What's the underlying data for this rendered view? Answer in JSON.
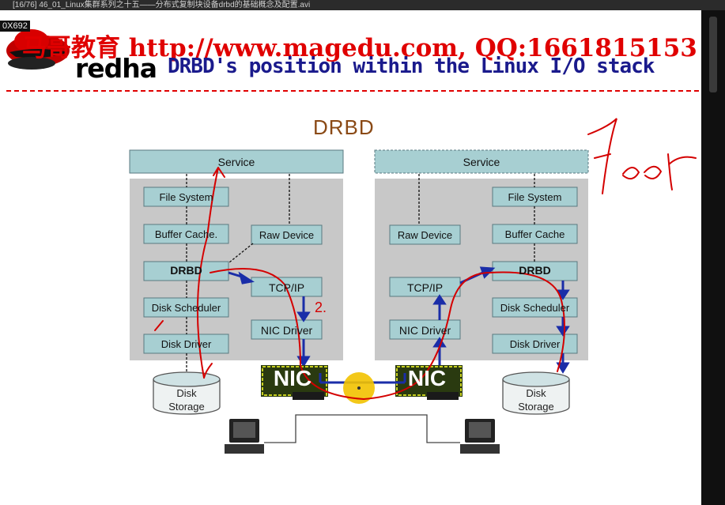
{
  "window": {
    "title": "[16/76] 46_01_Linux集群系列之十五——分布式复制块设备drbd的基础概念及配置.avi"
  },
  "viewer": {
    "zoom_label": "0X692"
  },
  "slide": {
    "watermark": "马哥教育 http://www.magedu.com, QQ:1661815153",
    "logo_text": "redha",
    "title": "DRBD's position within the Linux I/O stack",
    "diagram_title": "DRBD",
    "left_node": {
      "service": "Service",
      "file_system": "File System",
      "buffer_cache": "Buffer Cache.",
      "drbd": "DRBD",
      "disk_scheduler": "Disk Scheduler",
      "disk_driver": "Disk Driver",
      "raw_device": "Raw Device",
      "tcp_ip": "TCP/IP",
      "nic_driver": "NIC Driver",
      "nic": "NIC",
      "disk_storage_1": "Disk",
      "disk_storage_2": "Storage"
    },
    "right_node": {
      "service": "Service",
      "file_system": "File System",
      "buffer_cache": "Buffer Cache",
      "drbd": "DRBD",
      "disk_scheduler": "Disk Scheduler",
      "disk_driver": "Disk Driver",
      "raw_device": "Raw Device",
      "tcp_ip": "TCP/IP",
      "nic_driver": "NIC Driver",
      "nic": "NIC",
      "disk_storage_1": "Disk",
      "disk_storage_2": "Storage"
    },
    "annotations": {
      "peer": "peer",
      "step_2": "2."
    },
    "colors": {
      "box_fill": "#a7cfd2",
      "panel_fill": "#c8c8c8",
      "arrow_blue": "#1a2da8",
      "ink_red": "#d40000",
      "title_blue": "#1a1a8c"
    }
  }
}
